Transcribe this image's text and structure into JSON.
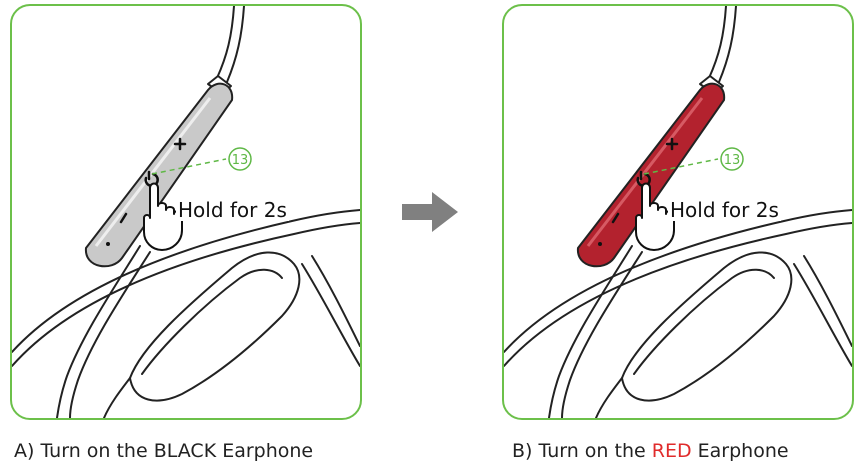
{
  "panels": [
    {
      "hold_label": "Hold for 2s",
      "callout_number": "13",
      "controller_color": "#c9c9c9",
      "caption": {
        "prefix": "A) Turn on the ",
        "highlight": "BLACK",
        "suffix": " Earphone"
      }
    },
    {
      "hold_label": "Hold for 2s",
      "callout_number": "13",
      "controller_color": "#b3222e",
      "caption": {
        "prefix": "B) Turn on the ",
        "highlight": "RED",
        "suffix": " Earphone"
      }
    }
  ],
  "colors": {
    "panel_border": "#6cc04a",
    "callout": "#5fb846",
    "arrow": "#808080",
    "highlight_red": "#e02b2b"
  },
  "icons": [
    "plus-icon",
    "power-icon",
    "minus-icon",
    "mic-hole-icon",
    "hand-pointer-icon",
    "right-arrow-icon"
  ]
}
